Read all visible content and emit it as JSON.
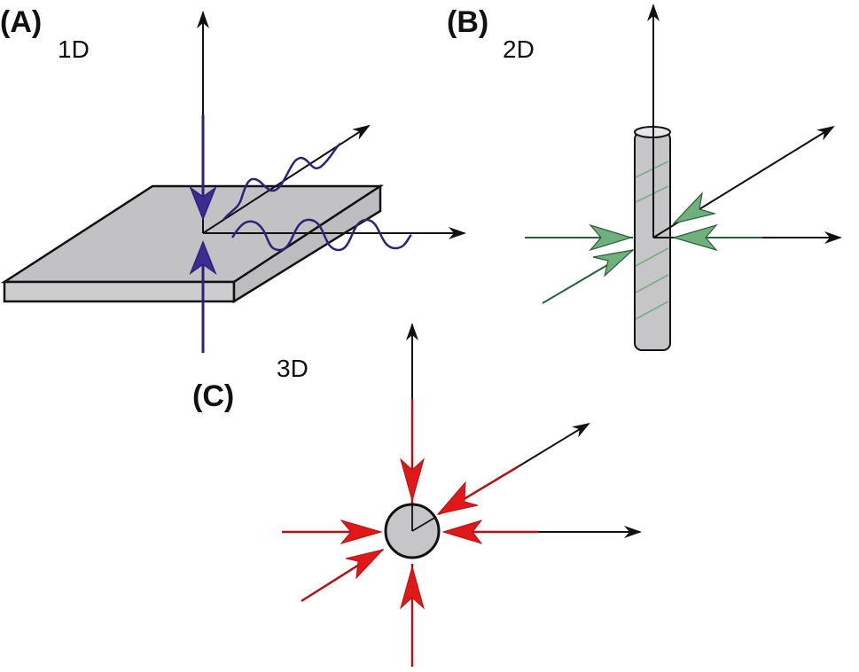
{
  "figure": {
    "panels": [
      {
        "id": "A",
        "label": "(A)",
        "dimension": "1D",
        "structure": "slab",
        "confinement_color": "#2e2278"
      },
      {
        "id": "B",
        "label": "(B)",
        "dimension": "2D",
        "structure": "wire",
        "confinement_color": "#5a9e6e"
      },
      {
        "id": "C",
        "label": "(C)",
        "dimension": "3D",
        "structure": "dot",
        "confinement_color": "#e01818"
      }
    ],
    "colors": {
      "axis": "#111111",
      "material_fill": "#c4c4c6",
      "material_stroke": "#111111"
    }
  }
}
